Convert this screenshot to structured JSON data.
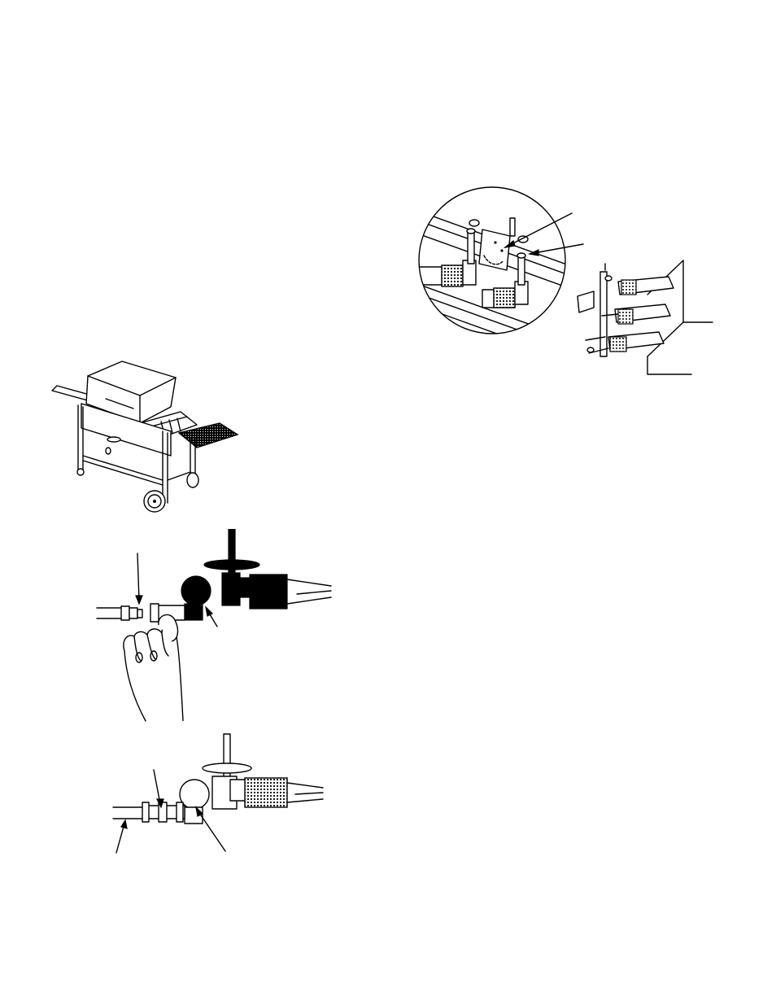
{
  "page": {
    "background": "#ffffff",
    "ink": "#000000"
  },
  "figures": [
    {
      "id": "burner-closeup",
      "icon": "burner-ignitor-bracket-illustration"
    },
    {
      "id": "burner-assembly",
      "icon": "burner-tubes-illustration"
    },
    {
      "id": "grill-cart",
      "icon": "grill-cart-illustration"
    },
    {
      "id": "hose-connect-hand",
      "icon": "hose-fitting-hand-illustration"
    },
    {
      "id": "hose-connected",
      "icon": "hose-valve-connection-illustration"
    }
  ]
}
